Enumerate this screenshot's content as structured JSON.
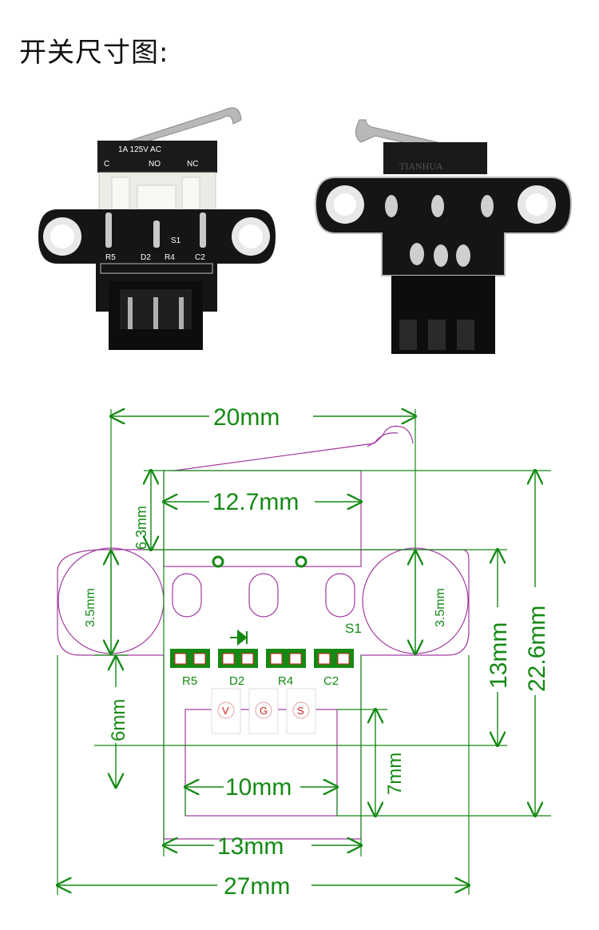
{
  "title": "开关尺寸图:",
  "photo_front": {
    "body_text": "1A 125V AC",
    "terminals": [
      "C",
      "NO",
      "NC"
    ],
    "silk": [
      "R5",
      "D2",
      "R4",
      "C2",
      "S1"
    ]
  },
  "photo_back": {
    "brand": "TIANHUA"
  },
  "drawing": {
    "dimensions": {
      "total_width": "20mm",
      "switch_width": "12.7mm",
      "switch_height": "6.3mm",
      "hole_left": "3.5mm",
      "hole_right": "3.5mm",
      "board_height": "13mm",
      "overall_height": "22.6mm",
      "tab_height": "6mm",
      "connector_height": "7mm",
      "connector_width": "10mm",
      "board_middle": "13mm",
      "board_width": "27mm"
    },
    "components": [
      "R5",
      "D2",
      "R4",
      "C2"
    ],
    "switch_label": "S1",
    "pins": [
      "V",
      "G",
      "S"
    ]
  },
  "colors": {
    "dimension": "#148a14",
    "outline": "#a03aa0",
    "pad": "#148a14",
    "pin_text": "#d21e1e"
  }
}
